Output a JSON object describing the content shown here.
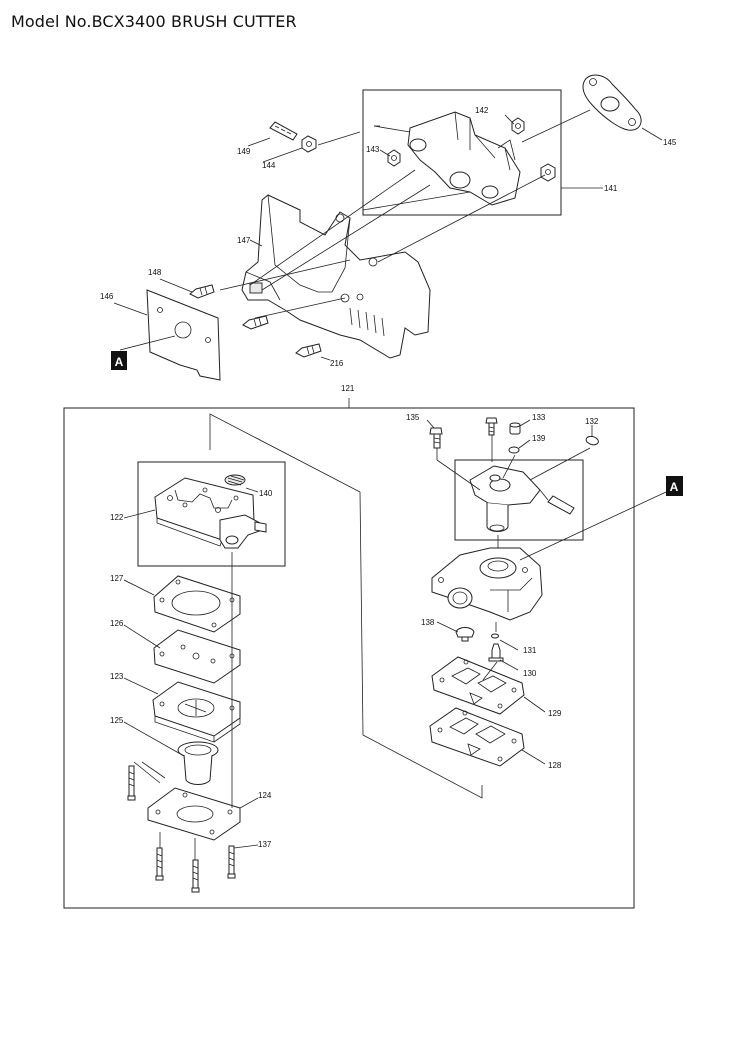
{
  "title": "Model No.BCX3400 BRUSH CUTTER",
  "callouts": {
    "p121": "121",
    "p122": "122",
    "p123": "123",
    "p124": "124",
    "p125": "125",
    "p126": "126",
    "p127": "127",
    "p128": "128",
    "p129": "129",
    "p130": "130",
    "p131": "131",
    "p132": "132",
    "p133": "133",
    "p135": "135",
    "p137": "137",
    "p138": "138",
    "p139": "139",
    "p140": "140",
    "p141": "141",
    "p142": "142",
    "p143": "143",
    "p144": "144",
    "p145": "145",
    "p146": "146",
    "p147": "147",
    "p148": "148",
    "p149": "149",
    "p216": "216"
  },
  "markers": {
    "a_left": "A",
    "a_right": "A"
  }
}
